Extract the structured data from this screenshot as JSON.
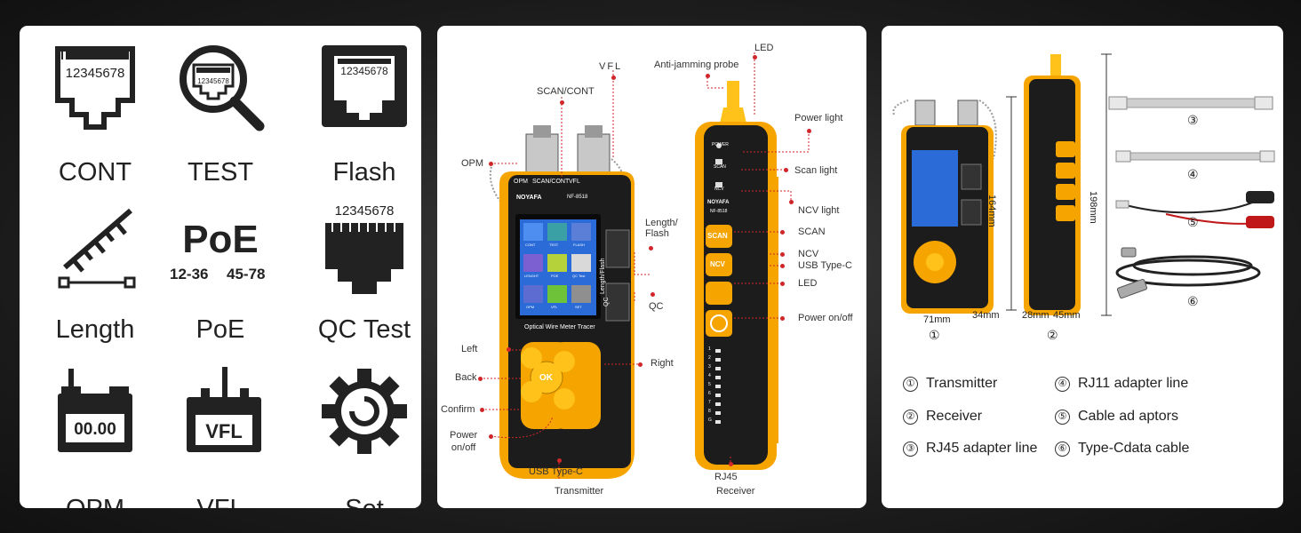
{
  "features": [
    {
      "name": "cont",
      "label": "CONT",
      "icon": "rj45-port-numbered-icon",
      "numbers": "12345678"
    },
    {
      "name": "test",
      "label": "TEST",
      "icon": "magnifier-port-icon",
      "numbers": "12345678"
    },
    {
      "name": "flash",
      "label": "Flash",
      "icon": "flash-port-icon",
      "numbers": "12345678"
    },
    {
      "name": "length",
      "label": "Length",
      "icon": "ruler-length-icon"
    },
    {
      "name": "poe",
      "label": "PoE",
      "icon": "poe-text-icon",
      "big": "PoE",
      "pairs_left": "12-36",
      "pairs_right": "45-78"
    },
    {
      "name": "qc-test",
      "label": "QC Test",
      "icon": "qc-port-icon",
      "numbers": "12345678"
    },
    {
      "name": "opm",
      "label": "OPM",
      "icon": "power-meter-icon",
      "reading": "00.00"
    },
    {
      "name": "vfl",
      "label": "VFL",
      "icon": "laser-device-icon",
      "text": "VFL"
    },
    {
      "name": "set",
      "label": "Set",
      "icon": "gear-icon"
    }
  ],
  "transmitter": {
    "brand": "NOYAFA",
    "model": "NF-8518",
    "top_labels": [
      "OPM",
      "SCAN/CONT",
      "VFL"
    ],
    "screen_tiles": [
      "CONT",
      "TEST",
      "FLASH",
      "LENGHT",
      "POE",
      "QC Test",
      "OPM",
      "VFL",
      "SET"
    ],
    "caption": "Optical Wire Meter Tracer",
    "side_port_a": "Length/Flash",
    "side_port_b": "QC",
    "ok": "OK",
    "annotations": {
      "vfl": "VFL",
      "scan_cont": "SCAN/CONT",
      "opm": "OPM",
      "length_flash": "Length/\nFlash",
      "qc": "QC",
      "left": "Left",
      "back": "Back",
      "right": "Right",
      "confirm": "Confirm",
      "power": "Power\non/off",
      "usb": "USB Type-C",
      "title": "Transmitter"
    }
  },
  "receiver": {
    "brand": "NOYAFA",
    "model": "NF-8518",
    "labels": {
      "power": "POWER",
      "scan": "SCAN",
      "ncv": "NCV"
    },
    "buttons": [
      "SCAN",
      "NCV"
    ],
    "leds": [
      "1",
      "2",
      "3",
      "4",
      "5",
      "6",
      "7",
      "8",
      "G"
    ],
    "annotations": {
      "led_top": "LED",
      "probe": "Anti-jamming probe",
      "power_light": "Power light",
      "scan_light": "Scan light",
      "ncv_light": "NCV light",
      "scan": "SCAN",
      "ncv": "NCV",
      "usb": "USB Type-C",
      "led": "LED",
      "power": "Power on/off",
      "rj45": "RJ45",
      "title": "Receiver"
    }
  },
  "package": {
    "dims": {
      "tx_height": "164mm",
      "rx_height": "198mm",
      "tx_width": "71mm",
      "tx_depth": "34mm",
      "rx_depth": "28mm",
      "rx_width": "45mm"
    },
    "markers": [
      "①",
      "②",
      "③",
      "④",
      "⑤",
      "⑥"
    ],
    "items": [
      {
        "num": "①",
        "label": "Transmitter"
      },
      {
        "num": "④",
        "label": "RJ11 adapter line"
      },
      {
        "num": "②",
        "label": "Receiver"
      },
      {
        "num": "⑤",
        "label": "Cable ad aptors"
      },
      {
        "num": "③",
        "label": "RJ45 adapter line"
      },
      {
        "num": "⑥",
        "label": "Type-Cdata cable"
      }
    ]
  },
  "colors": {
    "accent": "#f5a400",
    "accent_light": "#ffc21a",
    "body_dark": "#1c1c1c",
    "annotation_dot": "#d0262a"
  }
}
